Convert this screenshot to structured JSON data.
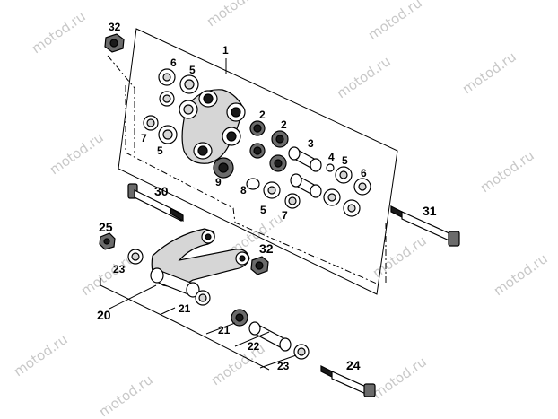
{
  "watermark": "motod.ru",
  "labels": {
    "p1": "1",
    "p2a": "2",
    "p2b": "2",
    "p3": "3",
    "p4": "4",
    "p5a": "5",
    "p5b": "5",
    "p5c": "5",
    "p6a": "6",
    "p6b": "6",
    "p7a": "7",
    "p7b": "7",
    "p8": "8",
    "p9": "9",
    "p20": "20",
    "p21a": "21",
    "p21b": "21",
    "p22": "22",
    "p23a": "23",
    "p23b": "23",
    "p24": "24",
    "p25": "25",
    "p30": "30",
    "p31": "31",
    "p32a": "32",
    "p32b": "32"
  }
}
